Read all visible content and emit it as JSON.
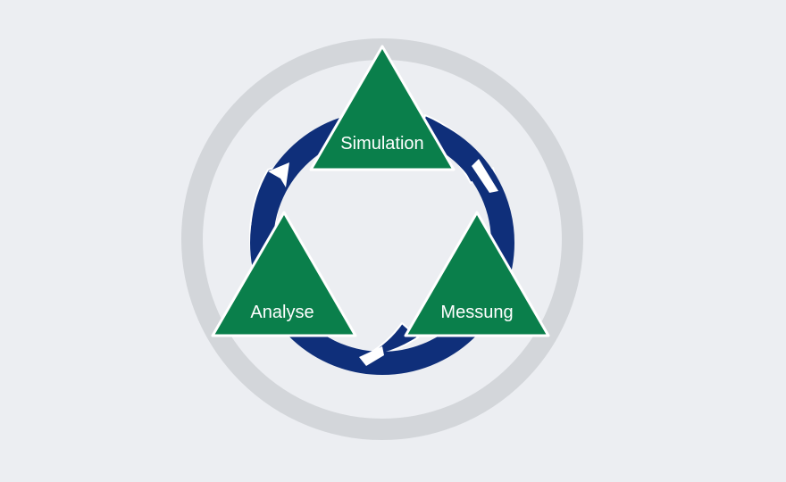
{
  "diagram": {
    "colors": {
      "background": "#eceef2",
      "outer_ring": "#d3d6da",
      "cycle_arrow": "#0f2f7a",
      "triangle_fill": "#0a7f4b",
      "triangle_stroke": "#ffffff",
      "label": "#ffffff"
    },
    "stages": [
      {
        "id": "simulation",
        "label": "Simulation"
      },
      {
        "id": "messung",
        "label": "Messung"
      },
      {
        "id": "analyse",
        "label": "Analyse"
      }
    ]
  }
}
